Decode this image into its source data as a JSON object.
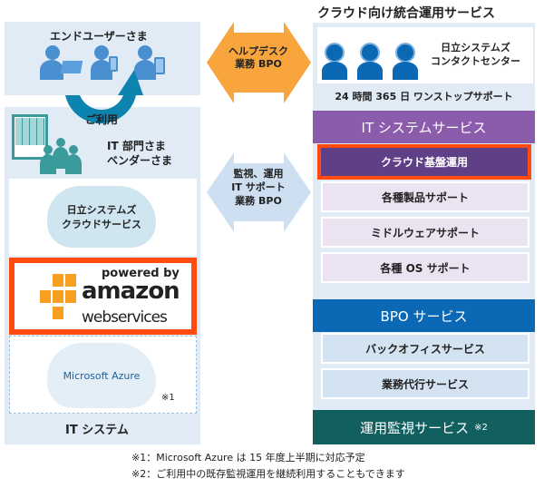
{
  "left": {
    "end_users": "エンドユーザーさま",
    "usage": "ご利用",
    "it_dept": "IT 部門さま",
    "vendors": "ベンダーさま",
    "hitachi_cloud_line1": "日立システムズ",
    "hitachi_cloud_line2": "クラウドサービス",
    "aws_powered": "powered by",
    "aws_amazon": "amazon",
    "aws_web": "web",
    "aws_services": "services",
    "azure": "Microsoft Azure",
    "azure_note": "※1",
    "footer": "IT システム"
  },
  "arrows": {
    "helpdesk_line1": "ヘルプデスク",
    "helpdesk_line2": "業務 BPO",
    "monitor_line1": "監視、運用",
    "monitor_line2": "IT サポート",
    "monitor_line3": "業務 BPO"
  },
  "right": {
    "title": "クラウド向け統合運用サービス",
    "contact_line1": "日立システムズ",
    "contact_line2": "コンタクトセンター",
    "support": "24 時間 365 日 ワンストップサポート",
    "it_header": "IT システムサービス",
    "it_items": [
      "クラウド基盤運用",
      "各種製品サポート",
      "ミドルウェアサポート",
      "各種 OS サポート"
    ],
    "bpo_header": "BPO サービス",
    "bpo_items": [
      "バックオフィスサービス",
      "業務代行サービス"
    ],
    "monitor": "運用監視サービス",
    "monitor_note": "※2"
  },
  "notes": [
    "※1：Microsoft Azure は 15 年度上半期に対応予定",
    "※2：ご利用中の既存監視運用を継続利用することもできます"
  ],
  "colors": {
    "purple": "#8a5cab",
    "dark_purple": "#5f3f86",
    "blue": "#0a68b5",
    "teal": "#115f5f",
    "highlight": "#ff4a10",
    "orange": "#f7a53c"
  }
}
